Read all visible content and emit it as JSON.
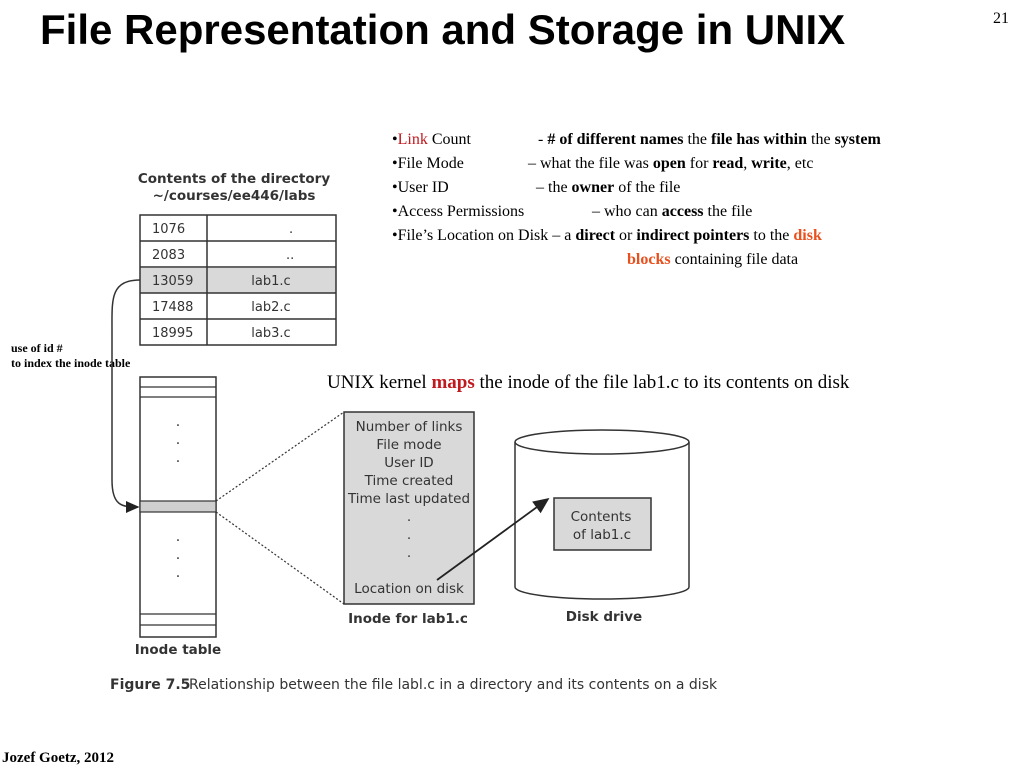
{
  "slide": {
    "title": "File Representation and Storage in UNIX",
    "number": "21",
    "footer": "Jozef Goetz, 2012"
  },
  "bullets": [
    {
      "parts": [
        [
          "•",
          "n"
        ],
        [
          "Link",
          "r"
        ],
        [
          " Count",
          "n"
        ]
      ],
      "rest": [
        [
          "- ",
          "n"
        ],
        [
          "# of different names",
          "b"
        ],
        [
          " the ",
          "n"
        ],
        [
          "file has within",
          "b"
        ],
        [
          " the ",
          "n"
        ],
        [
          "system",
          "b"
        ]
      ]
    },
    {
      "parts": [
        [
          "•File Mode",
          "n"
        ]
      ],
      "rest": [
        [
          "– what the file was ",
          "n"
        ],
        [
          "open",
          "b"
        ],
        [
          " for ",
          "n"
        ],
        [
          "read",
          "b"
        ],
        [
          ", ",
          "n"
        ],
        [
          "write",
          "b"
        ],
        [
          ", etc",
          "n"
        ]
      ]
    },
    {
      "parts": [
        [
          "•User ID",
          "n"
        ]
      ],
      "rest": [
        [
          "– the ",
          "n"
        ],
        [
          "owner",
          "b"
        ],
        [
          " of the file",
          "n"
        ]
      ]
    },
    {
      "parts": [
        [
          "•Access Permissions",
          "n"
        ]
      ],
      "rest": [
        [
          "– who can ",
          "n"
        ],
        [
          "access",
          "b"
        ],
        [
          " the file",
          "n"
        ]
      ]
    },
    {
      "parts": [
        [
          "•File’s Location on Disk – a ",
          "n"
        ],
        [
          "direct",
          "b"
        ],
        [
          " or ",
          "n"
        ],
        [
          "indirect pointers",
          "b"
        ],
        [
          " to the ",
          "n"
        ],
        [
          "disk",
          "o"
        ]
      ],
      "rest": []
    },
    {
      "parts": [],
      "rest": [
        [
          "blocks",
          "o"
        ],
        [
          " containing file data",
          "n"
        ]
      ]
    }
  ],
  "kernel_line": {
    "pre": "UNIX kernel ",
    "em": "maps",
    "post": " the inode of the file lab1.c to its contents on disk"
  },
  "use_label": {
    "line1": "use of id #",
    "line2": "to index the inode table"
  },
  "figure": {
    "dir_title_1": "Contents of the directory",
    "dir_title_2": "~/courses/ee446/labs",
    "dir_rows": [
      {
        "id": "1076",
        "name": "."
      },
      {
        "id": "2083",
        "name": ".."
      },
      {
        "id": "13059",
        "name": "lab1.c"
      },
      {
        "id": "17488",
        "name": "lab2.c"
      },
      {
        "id": "18995",
        "name": "lab3.c"
      }
    ],
    "inode_fields": [
      "Number of links",
      "File mode",
      "User ID",
      "Time created",
      "Time last updated",
      ".",
      ".",
      ".",
      "Location on disk"
    ],
    "dots": ".",
    "inode_label": "Inode for lab1.c",
    "inode_table_label": "Inode table",
    "disk_label": "Disk drive",
    "contents_1": "Contents",
    "contents_2": "of lab1.c",
    "caption_num": "Figure 7.5",
    "caption_text": "Relationship between the file labl.c in a directory and its contents on a disk"
  }
}
